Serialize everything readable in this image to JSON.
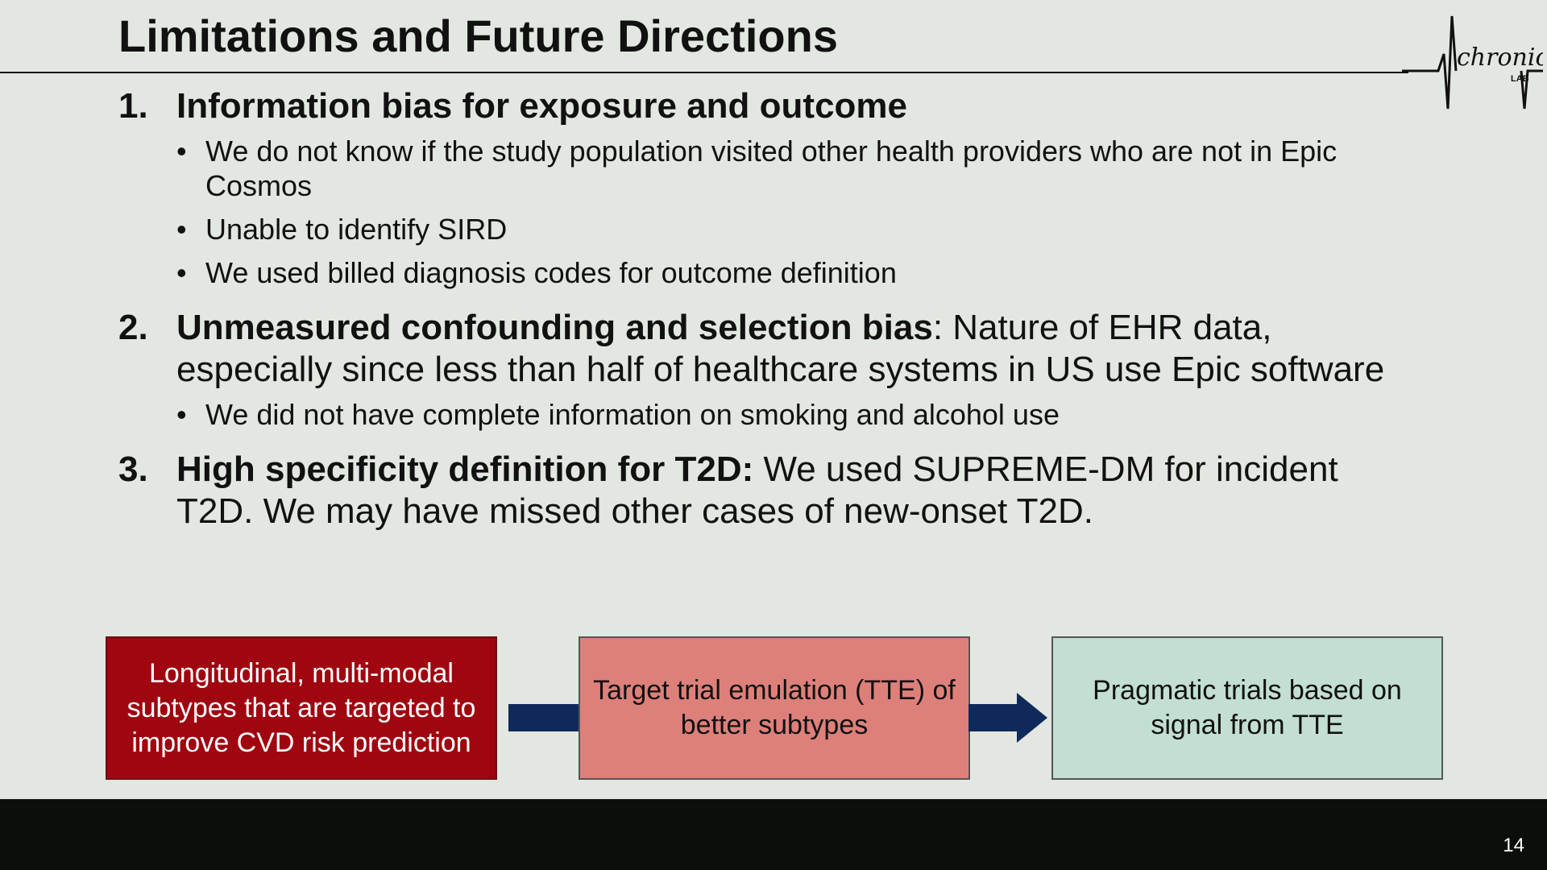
{
  "slide": {
    "title": "Limitations and Future Directions",
    "page_number": "14"
  },
  "logo": {
    "name": "chronic-lab-logo",
    "text": "chronic",
    "sub_text": "LAB"
  },
  "points": [
    {
      "number": "1.",
      "heading": "Information bias for exposure and outcome",
      "rest": "",
      "bullets": [
        "We do not know if the study population visited other health providers who are not in Epic Cosmos",
        "Unable to identify SIRD",
        "We used billed diagnosis codes for outcome definition"
      ]
    },
    {
      "number": "2.",
      "heading": "Unmeasured confounding and selection bias",
      "rest": ": Nature of EHR data, especially since less than half of healthcare systems in US use Epic software",
      "bullets": [
        "We did not have complete information on smoking and alcohol use"
      ]
    },
    {
      "number": "3.",
      "heading": "High specificity definition for T2D:",
      "rest": " We used SUPREME-DM for incident T2D. We may have missed other cases of new-onset T2D.",
      "bullets": []
    }
  ],
  "flow": {
    "boxes": [
      "Longitudinal, multi-modal subtypes that are targeted to improve CVD risk prediction",
      "Target trial emulation (TTE) of better subtypes",
      "Pragmatic trials based on signal from TTE"
    ],
    "colors": {
      "box1": "#9f0610",
      "box2": "#de807a",
      "box3": "#c2dfd2",
      "arrow": "#0f2a5a"
    }
  }
}
